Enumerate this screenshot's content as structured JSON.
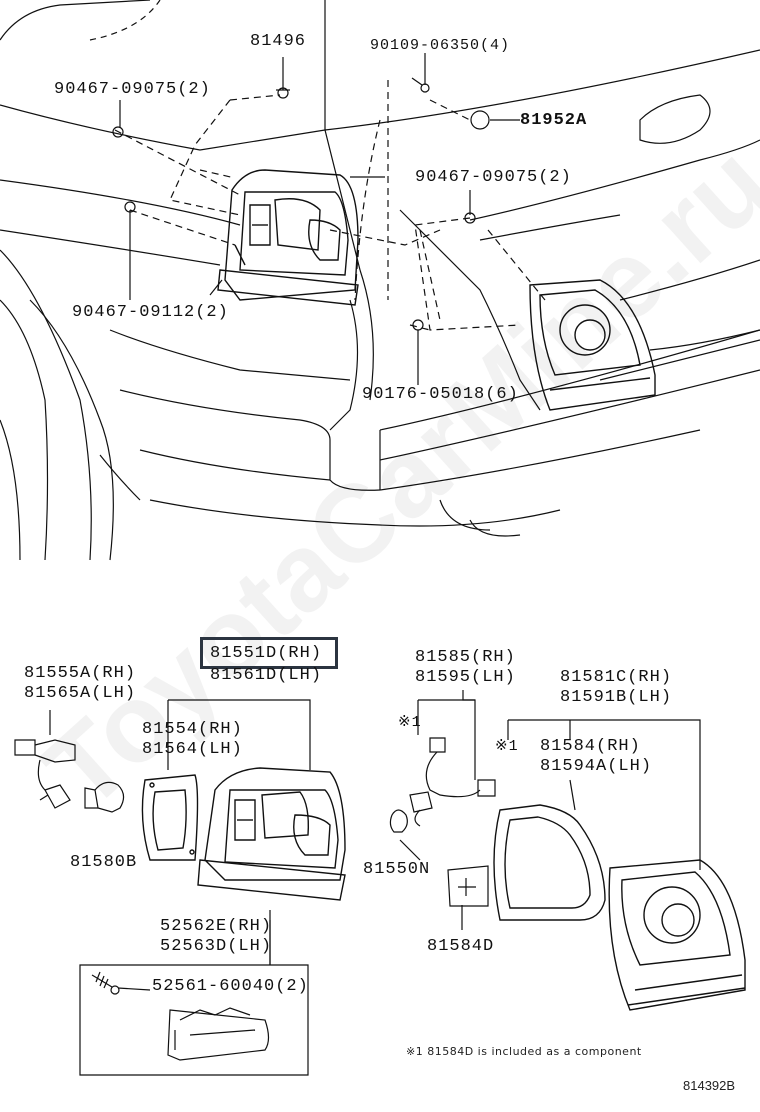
{
  "callouts": {
    "c81496": "81496",
    "c90109": "90109-06350(4)",
    "c90467a": "90467-09075(2)",
    "c81952a": "81952A",
    "c90467b": "90467-09075(2)",
    "c90467_09112": "90467-09112(2)",
    "c90176": "90176-05018(6)",
    "c81555a": "81555A(RH)",
    "c81565a": "81565A(LH)",
    "c81580b": "81580B",
    "c81551d": "81551D(RH)",
    "c81561d": "81561D(LH)",
    "c81554": "81554(RH)",
    "c81564": "81564(LH)",
    "c52562e": "52562E(RH)",
    "c52563d": "52563D(LH)",
    "c52561": "52561-60040(2)",
    "c81585": "81585(RH)",
    "c81595": "81595(LH)",
    "mark1": "※1",
    "c81550n": "81550N",
    "c81584d": "81584D",
    "c81581c": "81581C(RH)",
    "c81591b": "81591B(LH)",
    "mark2": "※1",
    "c81584": "81584(RH)",
    "c81594a": "81594A(LH)"
  },
  "footnote": "※1 81584D is included as a component",
  "diagram_code": "814392B",
  "watermark": "ToyotaCarMine.ru",
  "colors": {
    "highlight_border": "#2b3440",
    "line": "#111111"
  }
}
